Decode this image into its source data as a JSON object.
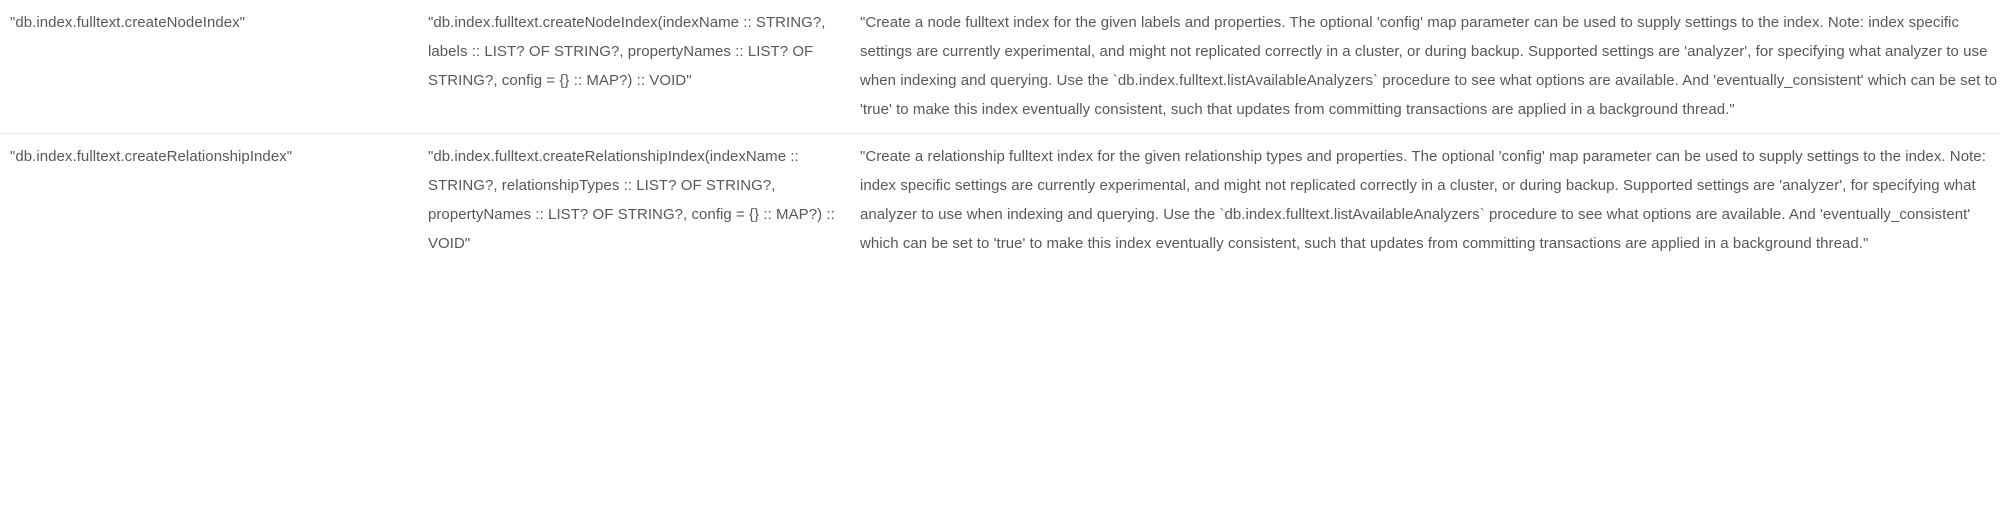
{
  "table": {
    "columns": [
      {
        "key": "name",
        "semantic": "procedure-name"
      },
      {
        "key": "signature",
        "semantic": "procedure-signature"
      },
      {
        "key": "description",
        "semantic": "procedure-description"
      }
    ],
    "rows": [
      {
        "name": "\"db.index.fulltext.createNodeIndex\"",
        "signature": "\"db.index.fulltext.createNodeIndex(indexName :: STRING?, labels :: LIST? OF STRING?, propertyNames :: LIST? OF STRING?, config = {} :: MAP?) :: VOID\"",
        "description": "\"Create a node fulltext index for the given labels and properties. The optional 'config' map parameter can be used to supply settings to the index. Note: index specific settings are currently experimental, and might not replicated correctly in a cluster, or during backup. Supported settings are 'analyzer', for specifying what analyzer to use when indexing and querying. Use the `db.index.fulltext.listAvailableAnalyzers` procedure to see what options are available. And 'eventually_consistent' which can be set to 'true' to make this index eventually consistent, such that updates from committing transactions are applied in a background thread.\""
      },
      {
        "name": "\"db.index.fulltext.createRelationshipIndex\"",
        "signature": "\"db.index.fulltext.createRelationshipIndex(indexName :: STRING?, relationshipTypes :: LIST? OF STRING?, propertyNames :: LIST? OF STRING?, config = {} :: MAP?) :: VOID\"",
        "description": "\"Create a relationship fulltext index for the given relationship types and properties. The optional 'config' map parameter can be used to supply settings to the index. Note: index specific settings are currently experimental, and might not replicated correctly in a cluster, or during backup. Supported settings are 'analyzer', for specifying what analyzer to use when indexing and querying. Use the `db.index.fulltext.listAvailableAnalyzers` procedure to see what options are available. And 'eventually_consistent' which can be set to 'true' to make this index eventually consistent, such that updates from committing transactions are applied in a background thread.\""
      }
    ]
  },
  "style": {
    "text_color": "#56595c",
    "divider_color": "#e6e8ea",
    "background": "#ffffff"
  }
}
